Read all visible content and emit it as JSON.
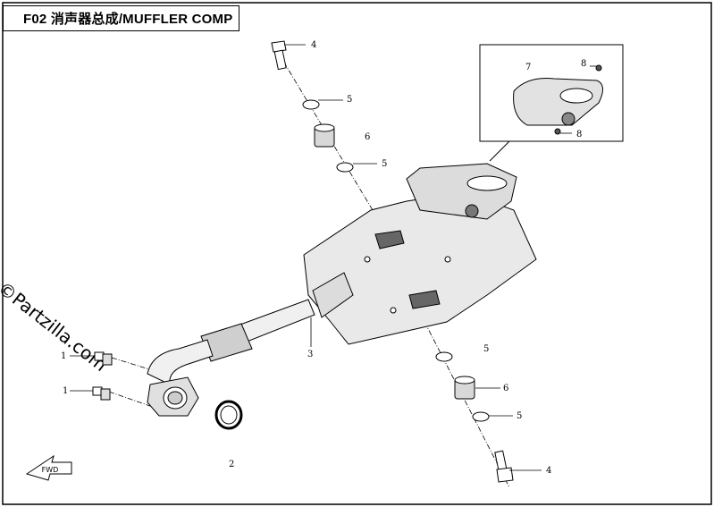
{
  "title": "F02 消声器总成/MUFFLER COMP",
  "watermark": "©Partzilla.com",
  "fwd_label": "FWD",
  "callouts": {
    "bolt_top": "4",
    "washer_top_upper": "5",
    "grommet_top": "6",
    "washer_top_lower": "5",
    "heat_shield_7": "7",
    "screw_8a": "8",
    "screw_8b": "8",
    "muffler_3": "3",
    "stud_1a": "1",
    "stud_1b": "1",
    "gasket_2": "2",
    "washer_bottom_upper": "5",
    "grommet_bottom": "6",
    "washer_bottom_lower": "5",
    "bolt_bottom": "4"
  }
}
